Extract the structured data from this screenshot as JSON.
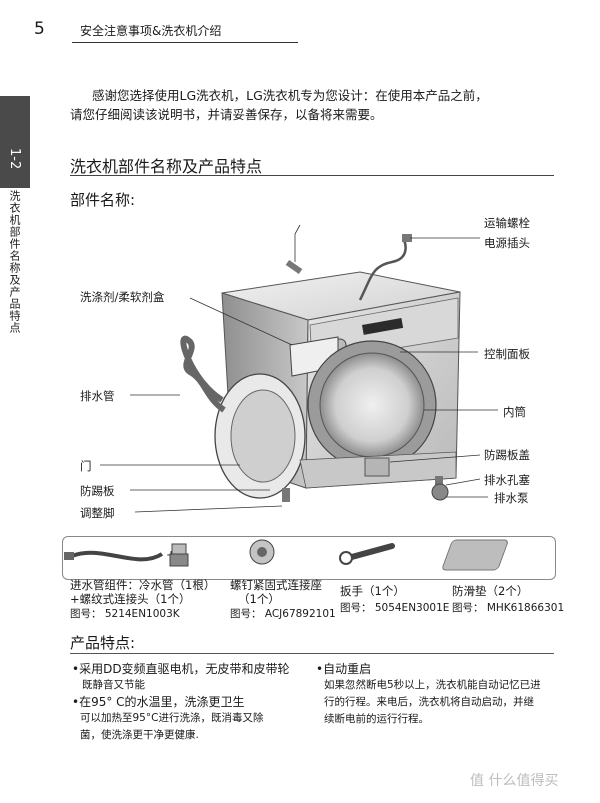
{
  "header": {
    "page_number": "5",
    "title": "安全注意事项&洗衣机介绍"
  },
  "side_tab": {
    "number": "1-2",
    "label": "洗衣机部件名称及产品特点"
  },
  "intro": {
    "line1": "感谢您选择使用LG洗衣机，LG洗衣机专为您设计：在使用本产品之前，",
    "line2": "请您仔细阅读该说明书，并请妥善保存，以备将来需要。"
  },
  "section_title": "洗衣机部件名称及产品特点",
  "parts": {
    "title": "部件名称:",
    "labels": {
      "transport_bolt": "运输螺栓",
      "power_plug": "电源插头",
      "detergent_box": "洗涤剂/柔软剂盒",
      "control_panel": "控制面板",
      "drain_hose": "排水管",
      "drum": "内筒",
      "kick_plate_cover": "防踢板盖",
      "door": "门",
      "drain_cap": "排水孔塞",
      "kick_plate": "防踢板",
      "drain_pump": "排水泵",
      "adjustable_feet": "调整脚"
    }
  },
  "accessories": [
    {
      "name_line1": "进水管组件：冷水管（1根）",
      "name_line2": "+螺纹式连接头（1个）",
      "part_no": "图号： 5214EN1003K"
    },
    {
      "name_line1": "螺钉紧固式连接座",
      "name_line2": "（1个）",
      "part_no": "图号： ACJ67892101"
    },
    {
      "name_line1": "扳手（1个）",
      "name_line2": "",
      "part_no": "图号： 5054EN3001E"
    },
    {
      "name_line1": "防滑垫（2个）",
      "name_line2": "",
      "part_no": "图号： MHK61866301"
    }
  ],
  "features": {
    "title": "产品特点:",
    "items": [
      {
        "head": "采用DD变频直驱电机，无皮带和皮带轮",
        "desc": [
          "既静音又节能"
        ]
      },
      {
        "head": "在95° C的水温里，洗涤更卫生",
        "desc": [
          "可以加热至95°C进行洗涤，既消毒又除",
          "菌，使洗涤更干净更健康."
        ]
      },
      {
        "head": "自动重启",
        "desc": [
          "如果忽然断电5秒以上，洗衣机能自动记忆已进",
          "行的行程。来电后，洗衣机将自动启动，并继",
          "续断电前的运行行程。"
        ]
      }
    ]
  },
  "watermark": "值 什么值得买"
}
